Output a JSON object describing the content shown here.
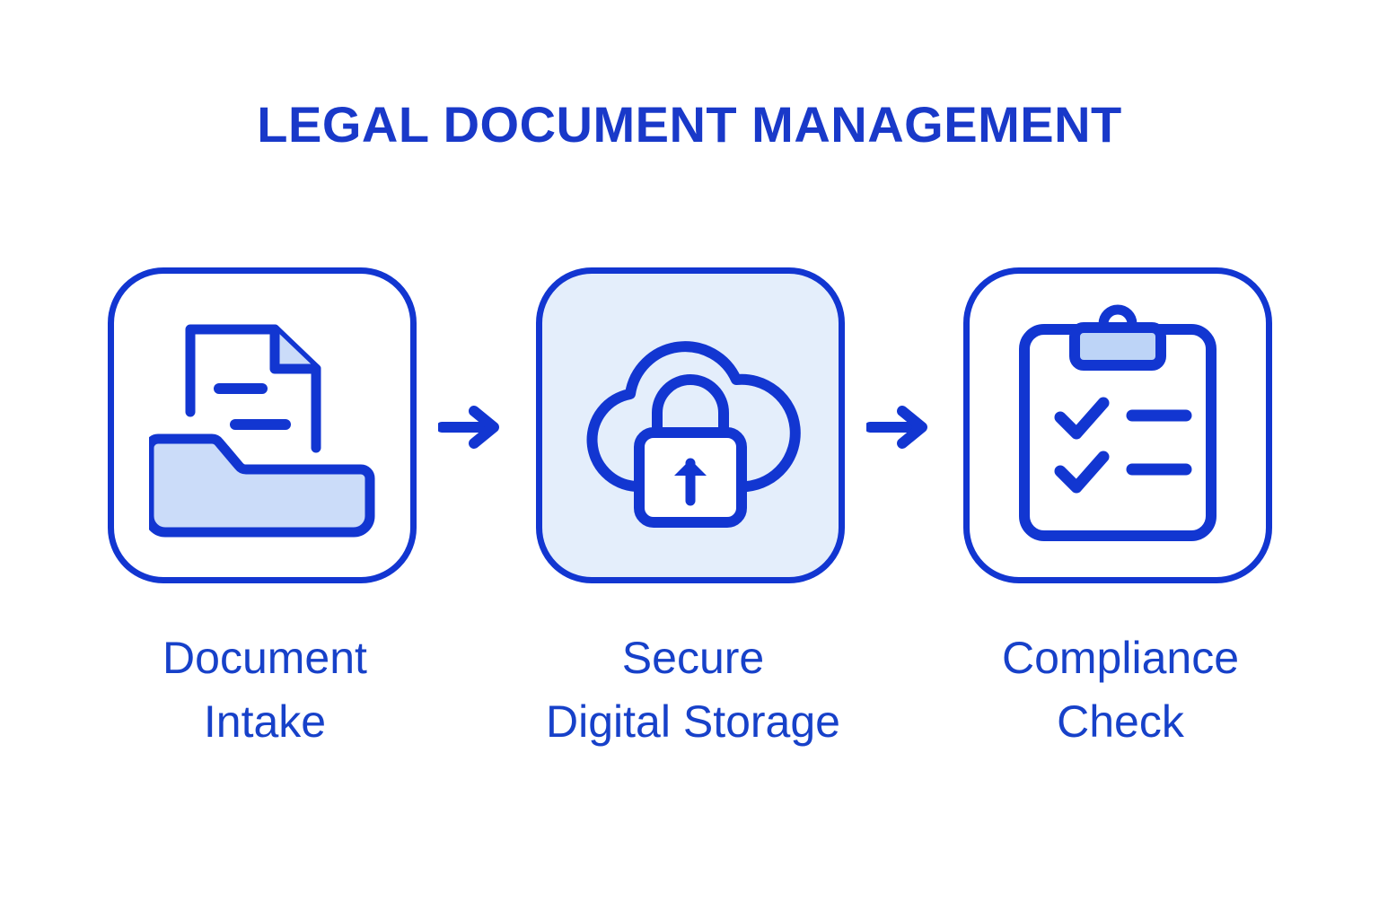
{
  "page": {
    "title": "LEGAL DOCUMENT MANAGEMENT",
    "background_color": "#ffffff",
    "accent_color": "#1236d1",
    "text_color": "#1741c9",
    "highlight_fill": "#e4eefb",
    "icon_fill": "#cbdcf9"
  },
  "flow": {
    "steps": [
      {
        "index": "1",
        "label": "Document\nIntake",
        "label_line1": "Document",
        "label_line2": "Intake",
        "icon": "folder-document-icon",
        "highlighted": "false"
      },
      {
        "index": "2",
        "label": "Secure\nDigital Storage",
        "label_line1": "Secure",
        "label_line2": "Digital Storage",
        "icon": "cloud-lock-icon",
        "highlighted": "true"
      },
      {
        "index": "3",
        "label": "Compliance\nCheck",
        "label_line1": "Compliance",
        "label_line2": "Check",
        "icon": "clipboard-checklist-icon",
        "highlighted": "false"
      }
    ],
    "connectors": [
      {
        "index": "1",
        "icon": "arrow-right-icon"
      },
      {
        "index": "2",
        "icon": "arrow-right-icon"
      }
    ]
  }
}
